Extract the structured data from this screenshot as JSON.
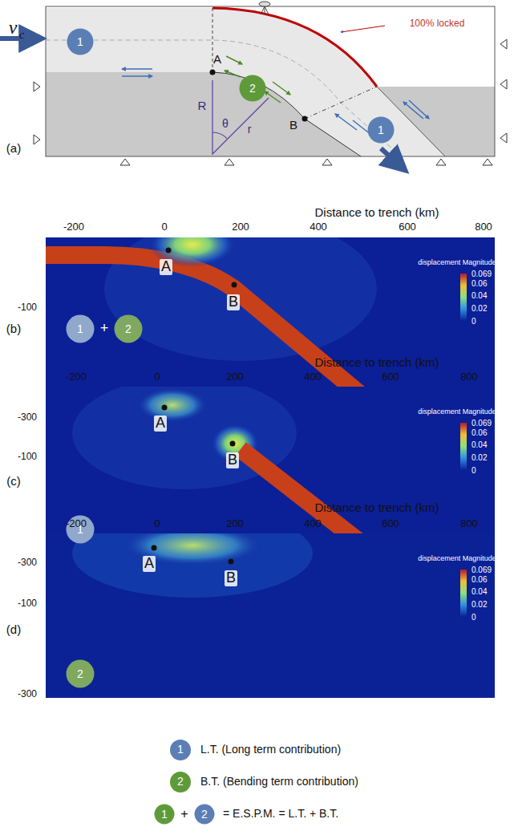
{
  "diagram": {
    "nodes": [
      {
        "text": [
          "1"
        ]
      },
      {
        "text": [
          "2"
        ]
      },
      {
        "text": [
          "1"
        ]
      },
      {
        "text": [
          "1"
        ]
      },
      {
        "text": [
          "2"
        ]
      },
      {
        "text": [
          "1"
        ]
      },
      {
        "text": [
          "2"
        ]
      },
      {
        "text": [
          "1"
        ]
      },
      {
        "text": [
          "2"
        ]
      }
    ],
    "labels": [
      "v",
      "c",
      "100% locked",
      "A",
      "R",
      "θ",
      "r",
      "B",
      "(a)",
      "Distance to trench (km)",
      "-200",
      "0",
      "200",
      "400",
      "600",
      "800",
      "-100",
      "-300",
      "A",
      "B",
      "displacement Magnitude (m)",
      "0.069",
      "0.06",
      "0.04",
      "0.02",
      "0",
      "(b)",
      "+",
      "Distance to trench (km)",
      "-200",
      "0",
      "200",
      "400",
      "600",
      "800",
      "-100",
      "-300",
      "A",
      "B",
      "displacement Magnitude (m)",
      "0.069",
      "0.06",
      "0.04",
      "0.02",
      "0",
      "(c)",
      "Distance to trench (km)",
      "-200",
      "0",
      "200",
      "400",
      "600",
      "800",
      "-100",
      "-300",
      "A",
      "B",
      "displacement Magnitude (m)",
      "0.069",
      "0.06",
      "0.04",
      "0.02",
      "0",
      "(d)",
      "1",
      "2",
      "+",
      "= E.S.P.M. = L.T. + B.T."
    ],
    "legend": [
      {
        "text": "L.T. (Long term contribution)",
        "color": "#5b7fb5"
      },
      {
        "text": "B.T. (Bending term contribution)",
        "color": "#5e9a3a"
      }
    ]
  }
}
